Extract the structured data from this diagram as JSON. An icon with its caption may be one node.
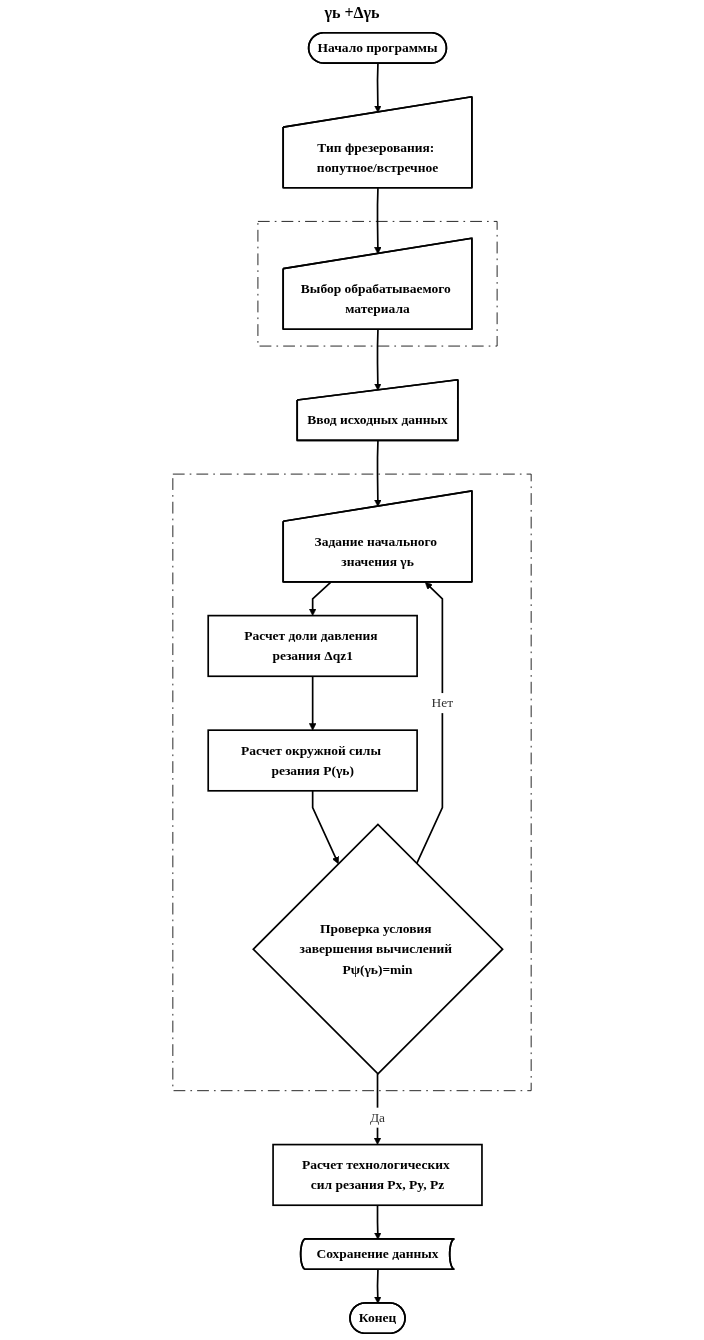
{
  "diagram": {
    "nodes": [
      {
        "text": [
          "Начало программы"
        ]
      },
      {
        "text": [
          "Тип фрезерования: попутное/встречное"
        ]
      },
      {
        "text": [],
        "shape": "box"
      },
      {
        "text": [
          "Выбор обрабатываемого материала"
        ],
        "in": 2
      },
      {
        "text": [
          "Ввод исходных данных"
        ]
      },
      {
        "text": [],
        "shape": "box"
      },
      {
        "text": [
          "Задание начального значения γь"
        ],
        "in": 5
      },
      {
        "text": [
          "Расчет доли давления резания Δqz1"
        ],
        "in": 5
      },
      {
        "text": [
          "Расчет окружной силы резания P(γь)"
        ],
        "in": 5
      },
      {
        "text": [
          "Проверка условия завершения вычислений Pψ(γь)=min"
        ],
        "in": 5
      },
      {
        "text": [
          "Расчет технологических сил резания Px, Py, Pz"
        ]
      },
      {
        "text": [
          "Сохранение данных"
        ]
      },
      {
        "text": [
          "Конец"
        ]
      }
    ],
    "edges": [
      {
        "from": 0,
        "to": 1,
        "arrow": "to"
      },
      {
        "from": 1,
        "to": 3,
        "arrow": "to"
      },
      {
        "from": 3,
        "to": 4,
        "arrow": "to"
      },
      {
        "from": 4,
        "to": 6,
        "arrow": "to"
      },
      {
        "from": 6,
        "to": 7,
        "arrow": "to"
      },
      {
        "from": 7,
        "to": 8,
        "arrow": "to"
      },
      {
        "from": 8,
        "to": 9,
        "arrow": "to"
      },
      {
        "from": 9,
        "to": 6,
        "label": "Нет",
        "arrow": "to"
      },
      {
        "from": 9,
        "to": 10,
        "label": "Да",
        "arrow": "to"
      },
      {
        "from": 10,
        "to": 11,
        "arrow": "to"
      },
      {
        "from": 11,
        "to": 12,
        "arrow": "to"
      }
    ],
    "labels": [
      "γь +Δγь"
    ]
  }
}
